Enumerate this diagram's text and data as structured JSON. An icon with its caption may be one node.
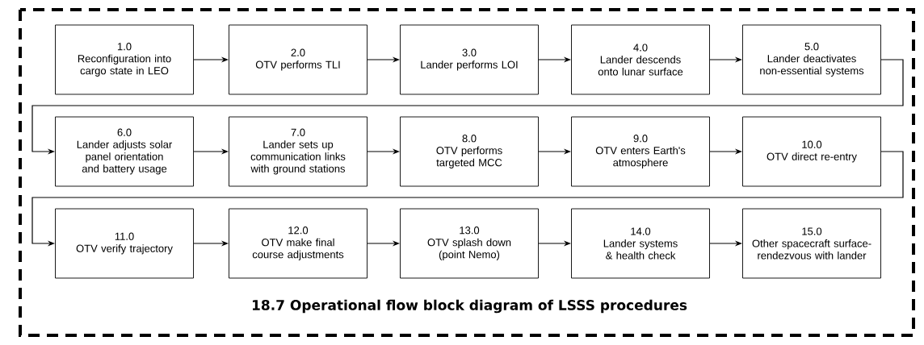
{
  "diagram": {
    "caption": "18.7 Operational flow block diagram of LSSS procedures",
    "nodes": [
      {
        "text": [
          "1.0",
          "Reconfiguration into cargo state in LEO"
        ]
      },
      {
        "text": [
          "2.0",
          "OTV performs TLI"
        ]
      },
      {
        "text": [
          "3.0",
          "Lander performs LOI"
        ]
      },
      {
        "text": [
          "4.0",
          "Lander descends onto lunar surface"
        ]
      },
      {
        "text": [
          "5.0",
          "Lander deactivates non-essential systems"
        ]
      },
      {
        "text": [
          "6.0",
          "Lander adjusts solar panel orientation and battery usage"
        ]
      },
      {
        "text": [
          "7.0",
          "Lander sets up communication links with ground stations"
        ]
      },
      {
        "text": [
          "8.0",
          "OTV performs targeted MCC"
        ]
      },
      {
        "text": [
          "9.0",
          "OTV enters Earth's atmosphere"
        ]
      },
      {
        "text": [
          "10.0",
          "OTV direct re-entry"
        ]
      },
      {
        "text": [
          "11.0",
          "OTV verify trajectory"
        ]
      },
      {
        "text": [
          "12.0",
          "OTV make final course adjustments"
        ]
      },
      {
        "text": [
          "13.0",
          "OTV splash down (point Nemo)"
        ]
      },
      {
        "text": [
          "14.0",
          "Lander systems & health check"
        ]
      },
      {
        "text": [
          "15.0",
          "Other spacecraft surface-rendezvous with lander"
        ]
      }
    ],
    "edges": [
      {
        "from": 0,
        "to": 1,
        "arrow": "to"
      },
      {
        "from": 1,
        "to": 2,
        "arrow": "to"
      },
      {
        "from": 2,
        "to": 3,
        "arrow": "to"
      },
      {
        "from": 3,
        "to": 4,
        "arrow": "to"
      },
      {
        "from": 4,
        "to": 5,
        "arrow": "to"
      },
      {
        "from": 5,
        "to": 6,
        "arrow": "to"
      },
      {
        "from": 6,
        "to": 7,
        "arrow": "to"
      },
      {
        "from": 7,
        "to": 8,
        "arrow": "to"
      },
      {
        "from": 8,
        "to": 9,
        "arrow": "to"
      },
      {
        "from": 9,
        "to": 10,
        "arrow": "to"
      },
      {
        "from": 10,
        "to": 11,
        "arrow": "to"
      },
      {
        "from": 11,
        "to": 12,
        "arrow": "to"
      },
      {
        "from": 12,
        "to": 13,
        "arrow": "to"
      },
      {
        "from": 13,
        "to": 14,
        "arrow": "to"
      }
    ]
  }
}
